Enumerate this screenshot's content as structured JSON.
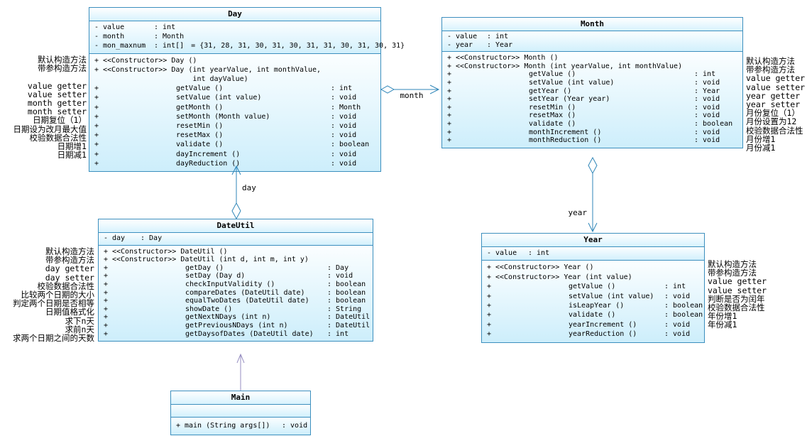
{
  "colors": {
    "box_border": "#3c8fbe",
    "box_fill_top": "#fbfeff",
    "box_fill_bottom": "#cdeefb",
    "connector": "#2f86b8",
    "dependency": "#958cc0",
    "text": "#000000"
  },
  "classes": {
    "day": {
      "title": "Day",
      "attributes": [
        {
          "vis": "-",
          "name": "value",
          "type": ": int",
          "init": ""
        },
        {
          "vis": "-",
          "name": "month",
          "type": ": Month",
          "init": ""
        },
        {
          "vis": "-",
          "name": "mon_maxnum",
          "type": ": int[]",
          "init": "= {31, 28, 31, 30, 31, 30, 31, 31, 30, 31, 30, 31}"
        }
      ],
      "methods": [
        {
          "vis": "+",
          "ctor": true,
          "label": "<<Constructor>> Day ()",
          "ret": ""
        },
        {
          "vis": "+",
          "ctor": true,
          "label": "<<Constructor>> Day (int yearValue, int monthValue,\n                     int dayValue)",
          "ret": ""
        },
        {
          "vis": "+",
          "label": "getValue ()",
          "ret": ": int"
        },
        {
          "vis": "+",
          "label": "setValue (int value)",
          "ret": ": void"
        },
        {
          "vis": "+",
          "label": "getMonth ()",
          "ret": ": Month"
        },
        {
          "vis": "+",
          "label": "setMonth (Month value)",
          "ret": ": void"
        },
        {
          "vis": "+",
          "label": "resetMin ()",
          "ret": ": void"
        },
        {
          "vis": "+",
          "label": "resetMax ()",
          "ret": ": void"
        },
        {
          "vis": "+",
          "label": "validate ()",
          "ret": ": boolean"
        },
        {
          "vis": "+",
          "label": "dayIncrement ()",
          "ret": ": void"
        },
        {
          "vis": "+",
          "label": "dayReduction ()",
          "ret": ": void"
        }
      ]
    },
    "month": {
      "title": "Month",
      "attributes": [
        {
          "vis": "-",
          "name": "value",
          "type": ": int",
          "init": ""
        },
        {
          "vis": "-",
          "name": "year",
          "type": ": Year",
          "init": ""
        }
      ],
      "methods": [
        {
          "vis": "+",
          "ctor": true,
          "label": "<<Constructor>> Month ()",
          "ret": ""
        },
        {
          "vis": "+",
          "ctor": true,
          "label": "<<Constructor>> Month (int yearValue, int monthValue)",
          "ret": ""
        },
        {
          "vis": "+",
          "label": "getValue ()",
          "ret": ": int"
        },
        {
          "vis": "+",
          "label": "setValue (int value)",
          "ret": ": void"
        },
        {
          "vis": "+",
          "label": "getYear ()",
          "ret": ": Year"
        },
        {
          "vis": "+",
          "label": "setYear (Year year)",
          "ret": ": void"
        },
        {
          "vis": "+",
          "label": "resetMin ()",
          "ret": ": void"
        },
        {
          "vis": "+",
          "label": "resetMax ()",
          "ret": ": void"
        },
        {
          "vis": "+",
          "label": "validate ()",
          "ret": ": boolean"
        },
        {
          "vis": "+",
          "label": "monthIncrement ()",
          "ret": ": void"
        },
        {
          "vis": "+",
          "label": "monthReduction ()",
          "ret": ": void"
        }
      ]
    },
    "dateutil": {
      "title": "DateUtil",
      "attributes": [
        {
          "vis": "-",
          "name": "day",
          "type": ": Day",
          "init": ""
        }
      ],
      "methods": [
        {
          "vis": "+",
          "ctor": true,
          "label": "<<Constructor>> DateUtil ()",
          "ret": ""
        },
        {
          "vis": "+",
          "ctor": true,
          "label": "<<Constructor>> DateUtil (int d, int m, int y)",
          "ret": ""
        },
        {
          "vis": "+",
          "label": "getDay ()",
          "ret": ": Day"
        },
        {
          "vis": "+",
          "label": "setDay (Day d)",
          "ret": ": void"
        },
        {
          "vis": "+",
          "label": "checkInputValidity ()",
          "ret": ": boolean"
        },
        {
          "vis": "+",
          "label": "compareDates (DateUtil date)",
          "ret": ": boolean"
        },
        {
          "vis": "+",
          "label": "equalTwoDates (DateUtil date)",
          "ret": ": boolean"
        },
        {
          "vis": "+",
          "label": "showDate ()",
          "ret": ": String"
        },
        {
          "vis": "+",
          "label": "getNextNDays (int n)",
          "ret": ": DateUtil"
        },
        {
          "vis": "+",
          "label": "getPreviousNDays (int n)",
          "ret": ": DateUtil"
        },
        {
          "vis": "+",
          "label": "getDaysofDates (DateUtil date)",
          "ret": ": int"
        }
      ]
    },
    "year": {
      "title": "Year",
      "attributes": [
        {
          "vis": "-",
          "name": "value",
          "type": ": int",
          "init": ""
        }
      ],
      "methods": [
        {
          "vis": "+",
          "ctor": true,
          "label": "<<Constructor>> Year ()",
          "ret": ""
        },
        {
          "vis": "+",
          "ctor": true,
          "label": "<<Constructor>> Year (int value)",
          "ret": ""
        },
        {
          "vis": "+",
          "label": "getValue ()",
          "ret": ": int"
        },
        {
          "vis": "+",
          "label": "setValue (int value)",
          "ret": ": void"
        },
        {
          "vis": "+",
          "label": "isLeapYear ()",
          "ret": ": boolean"
        },
        {
          "vis": "+",
          "label": "validate ()",
          "ret": ": boolean"
        },
        {
          "vis": "+",
          "label": "yearIncrement ()",
          "ret": ": void"
        },
        {
          "vis": "+",
          "label": "yearReduction ()",
          "ret": ": void"
        }
      ]
    },
    "main": {
      "title": "Main",
      "attributes": [],
      "methods": [
        {
          "vis": "+",
          "ctor": true,
          "label": "main (String args[])",
          "ret": ": void"
        }
      ]
    }
  },
  "annotations": {
    "day_left": {
      "lines": [
        "默认构造方法",
        "带参构造方法",
        "",
        "value getter",
        "value setter",
        "month getter",
        "month setter",
        "日期复位（1）",
        "日期设为改月最大值",
        "校验数据合法性",
        "日期增1",
        "日期减1"
      ]
    },
    "month_right": {
      "lines": [
        "默认构造方法",
        "带参构造方法",
        "value getter",
        "value setter",
        "year getter",
        "year setter",
        "月份复位（1）",
        "月份设置为12",
        "校验数据合法性",
        "月份增1",
        "月份减1"
      ]
    },
    "dateutil_left": {
      "lines": [
        "默认构造方法",
        "带参构造方法",
        "day getter",
        "day setter",
        "校验数据合法性",
        "比较两个日期的大小",
        "判定两个日期是否相等",
        "日期值格式化",
        "求下n天",
        "求前n天",
        "求两个日期之间的天数"
      ]
    },
    "year_right": {
      "lines": [
        "默认构造方法",
        "带参构造方法",
        "value getter",
        "value setter",
        "判断是否为闰年",
        "校验数据合法性",
        "年份增1",
        "年份减1"
      ]
    }
  },
  "connectors": {
    "month_label": "month",
    "day_label": "day",
    "year_label": "year"
  }
}
